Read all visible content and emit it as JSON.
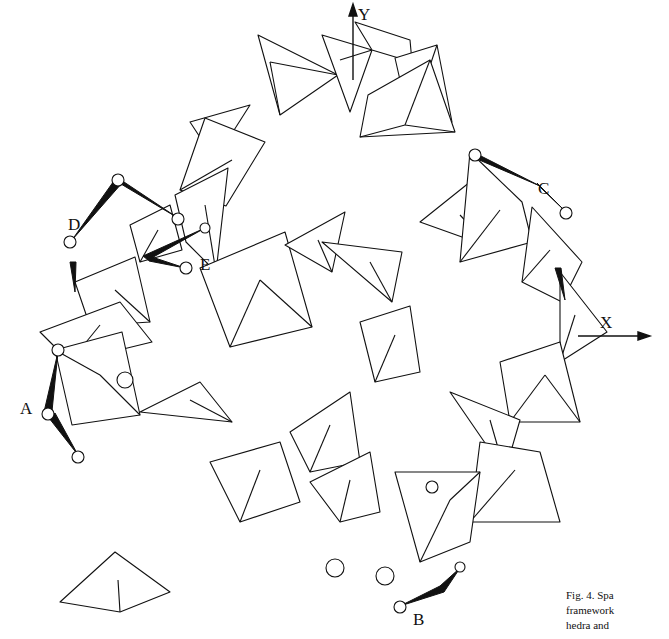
{
  "diagram": {
    "caption": "Fig. 4. Spa framework hedra and",
    "labels": [
      "Y",
      "X",
      "A",
      "B",
      "C",
      "D",
      "E"
    ]
  }
}
